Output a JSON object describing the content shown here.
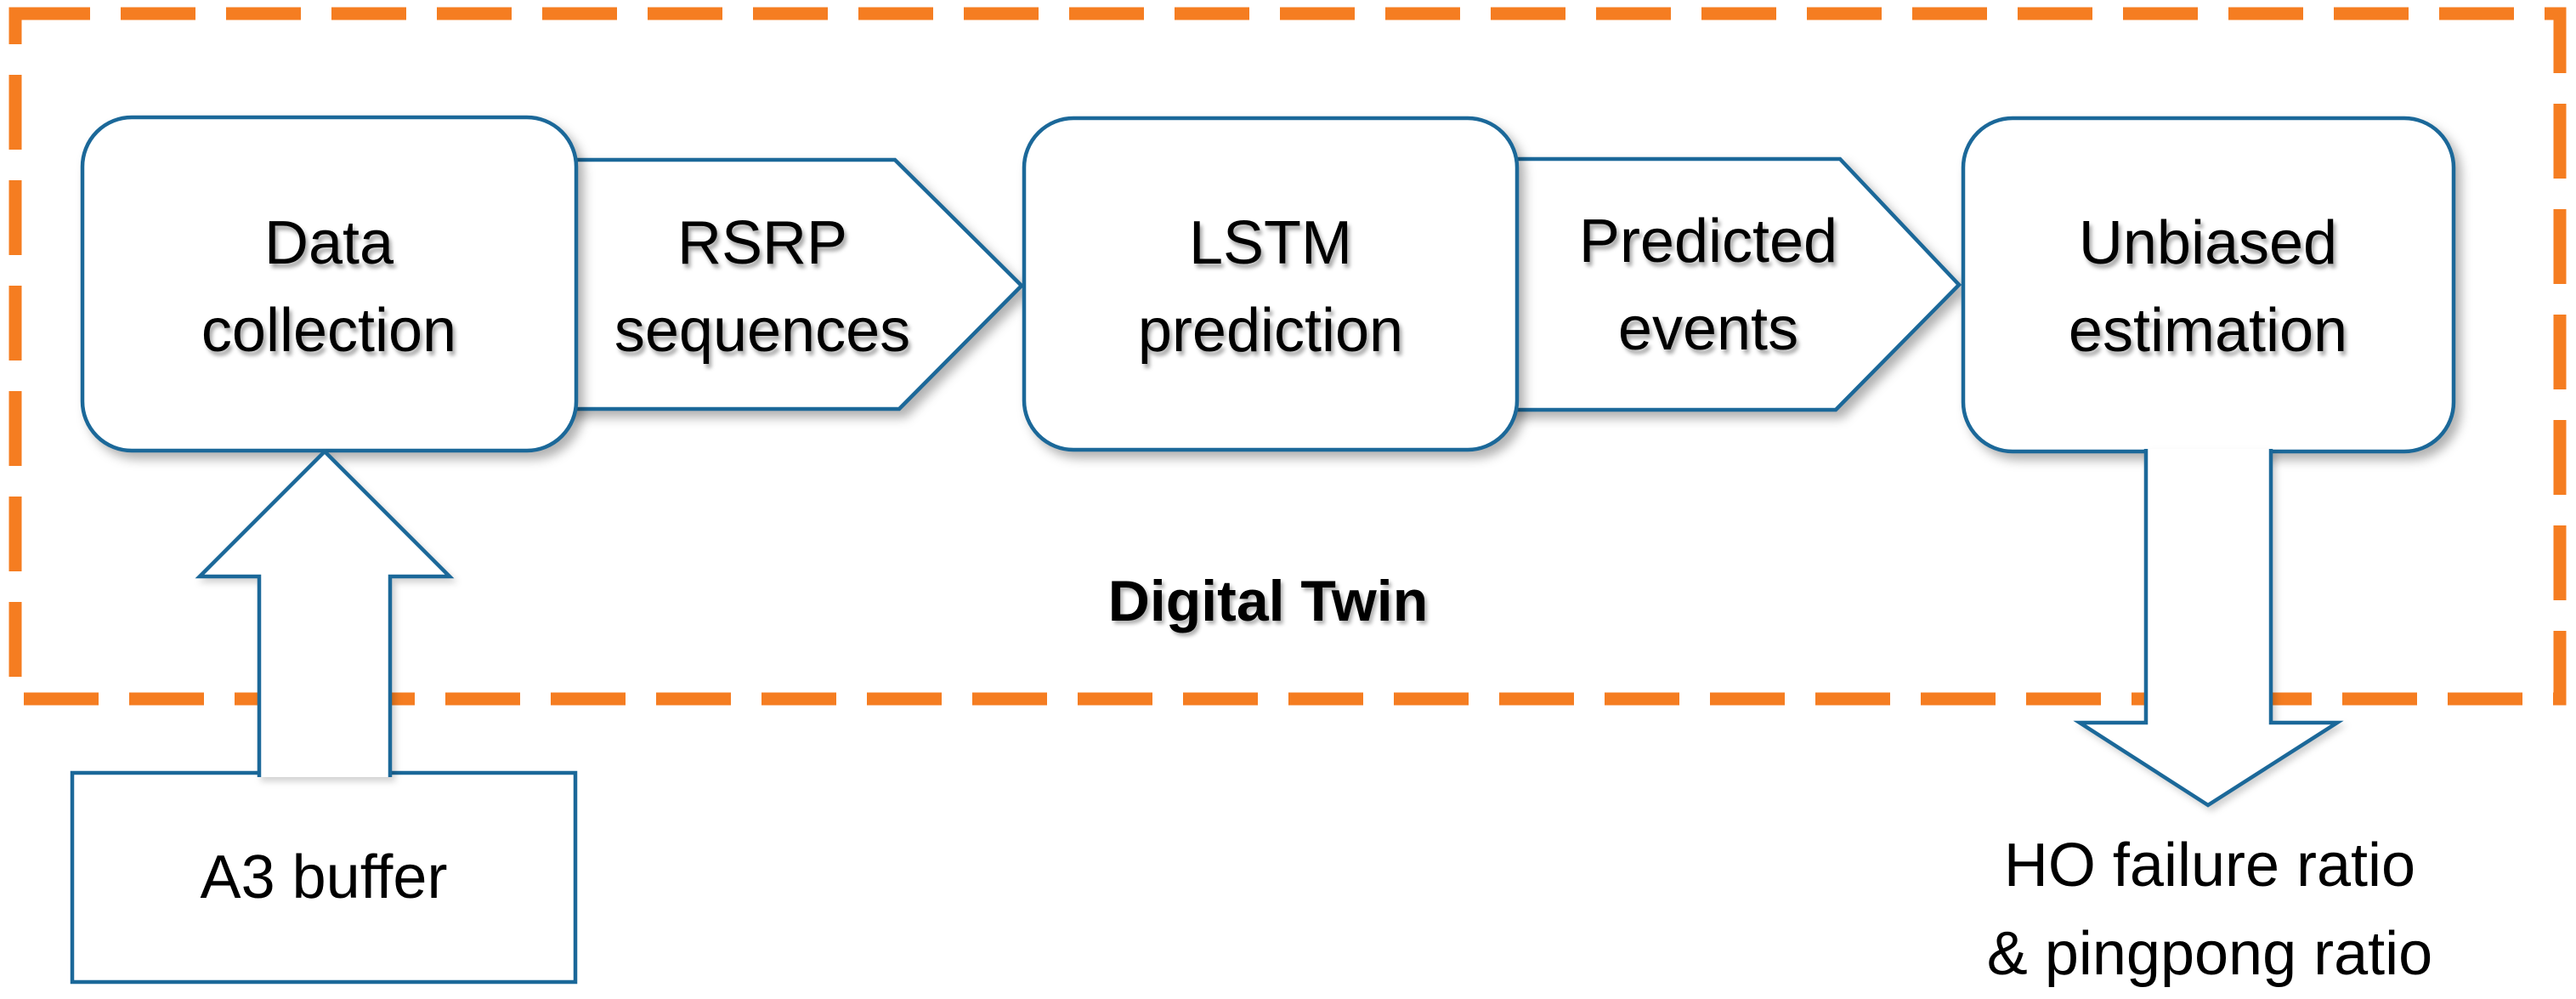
{
  "digital_twin": {
    "label": "Digital Twin"
  },
  "nodes": {
    "data_collection": {
      "line1": "Data",
      "line2": "collection"
    },
    "rsrp_sequences": {
      "line1": "RSRP",
      "line2": "sequences"
    },
    "lstm_prediction": {
      "line1": "LSTM",
      "line2": "prediction"
    },
    "predicted_events": {
      "line1": "Predicted",
      "line2": "events"
    },
    "unbiased_estimation": {
      "line1": "Unbiased",
      "line2": "estimation"
    },
    "a3_buffer": {
      "label": "A3 buffer"
    },
    "output": {
      "line1": "HO failure ratio",
      "line2": "& pingpong ratio"
    }
  },
  "colors": {
    "boundary_dash": "#F57D21",
    "shape_stroke": "#1B6899",
    "shape_fill": "#FFFFFF",
    "text": "#000000",
    "background": "#FFFFFF"
  }
}
